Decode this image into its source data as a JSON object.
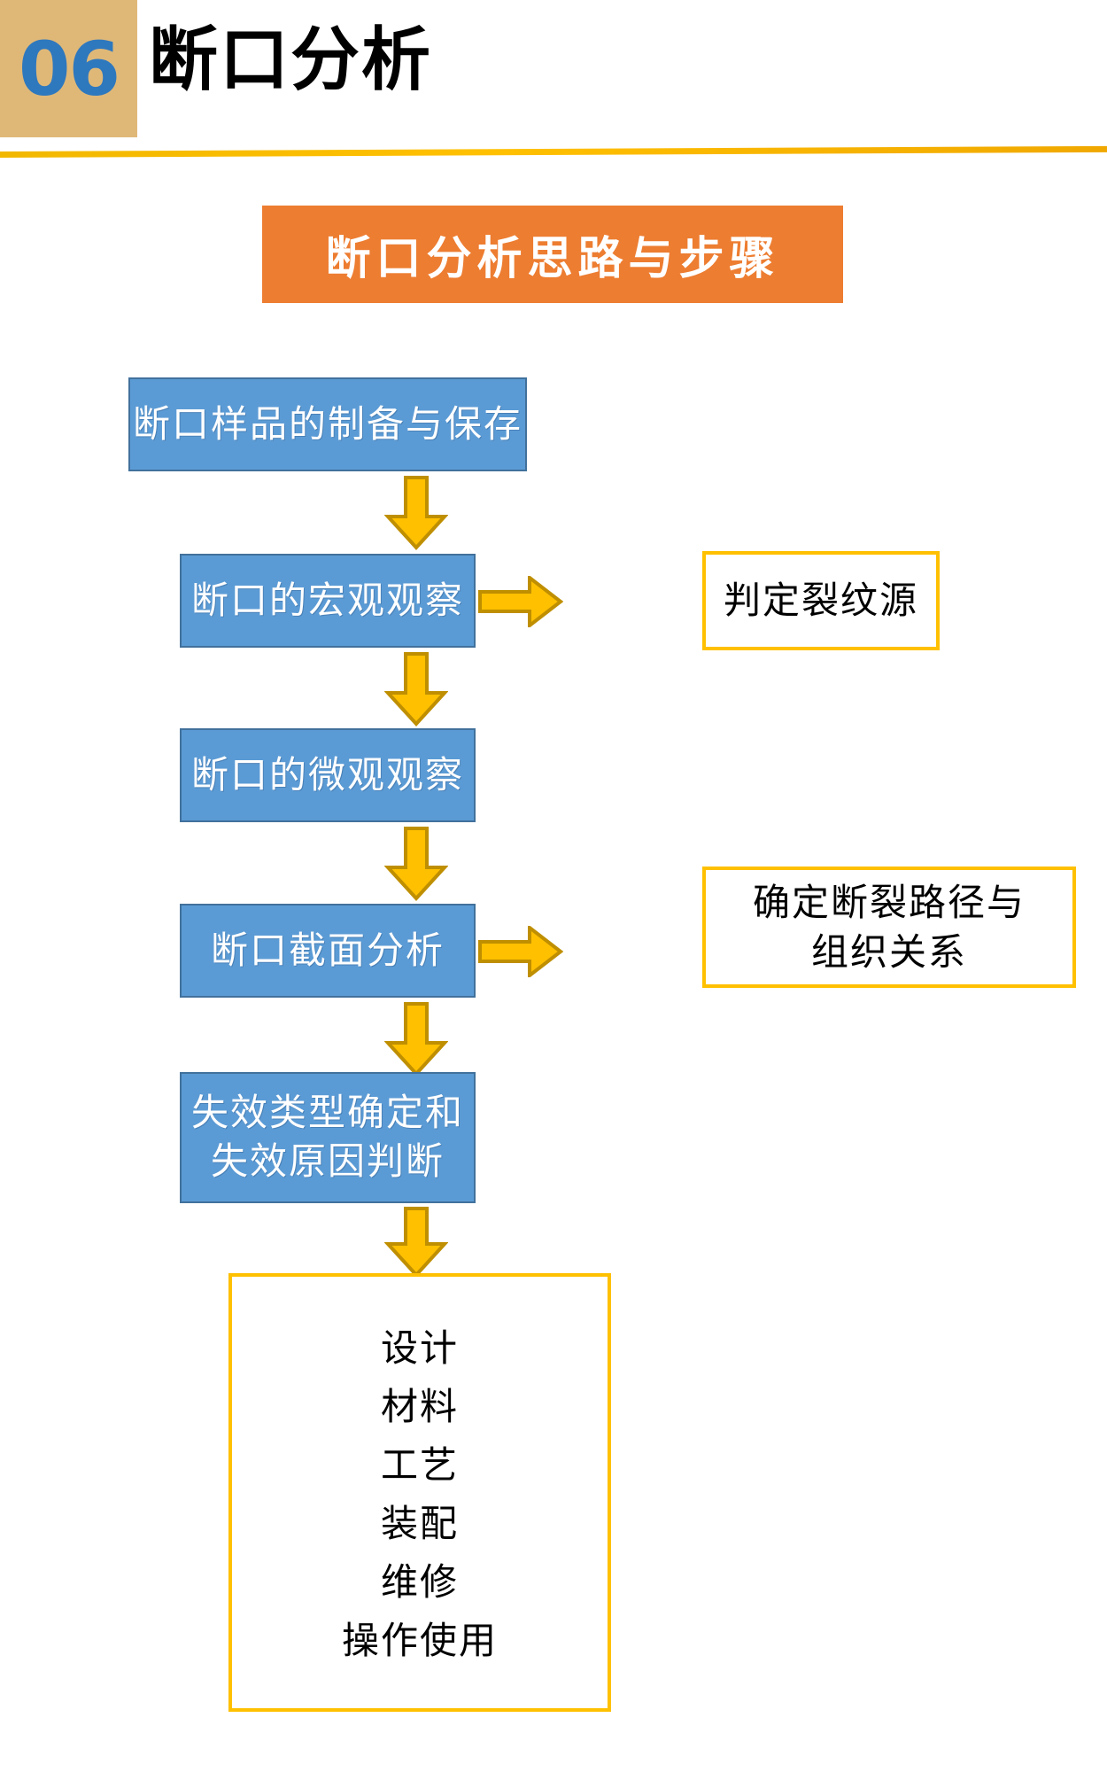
{
  "header": {
    "badge_number": "06",
    "title": "断口分析",
    "badge_color": "#DFB878",
    "number_color": "#2E78BE",
    "rule_color": "#FFC000"
  },
  "banner": {
    "text": "断口分析思路与步骤",
    "background": "#ED7D31",
    "text_color": "#FFFFFF"
  },
  "flow": {
    "box_fill": "#5B9BD5",
    "box_border": "#41719C",
    "box_text_color": "#FFFFFF",
    "callout_border": "#FFC000",
    "callout_text_color": "#000000",
    "arrow_fill": "#FFC000",
    "arrow_stroke": "#BF8F00",
    "steps": [
      {
        "label": "断口样品的制备与保存"
      },
      {
        "label": "断口的宏观观察"
      },
      {
        "label": "断口的微观观察"
      },
      {
        "label": "断口截面分析"
      },
      {
        "label": "失效类型确定和\n失效原因判断",
        "line1": "失效类型确定和",
        "line2": "失效原因判断"
      }
    ],
    "callouts": [
      {
        "label": "判定裂纹源",
        "line1": "判定裂纹源",
        "line2": ""
      },
      {
        "label": "确定断裂路径与\n组织关系",
        "line1": "确定断裂路径与",
        "line2": "组织关系"
      }
    ]
  },
  "outcome_list": {
    "items": [
      "设计",
      "材料",
      "工艺",
      "装配",
      "维修",
      "操作使用"
    ],
    "border_color": "#FFC000",
    "text_color": "#000000"
  },
  "icons": {
    "arrow_down": "arrow-down-icon",
    "arrow_right": "arrow-right-icon"
  }
}
